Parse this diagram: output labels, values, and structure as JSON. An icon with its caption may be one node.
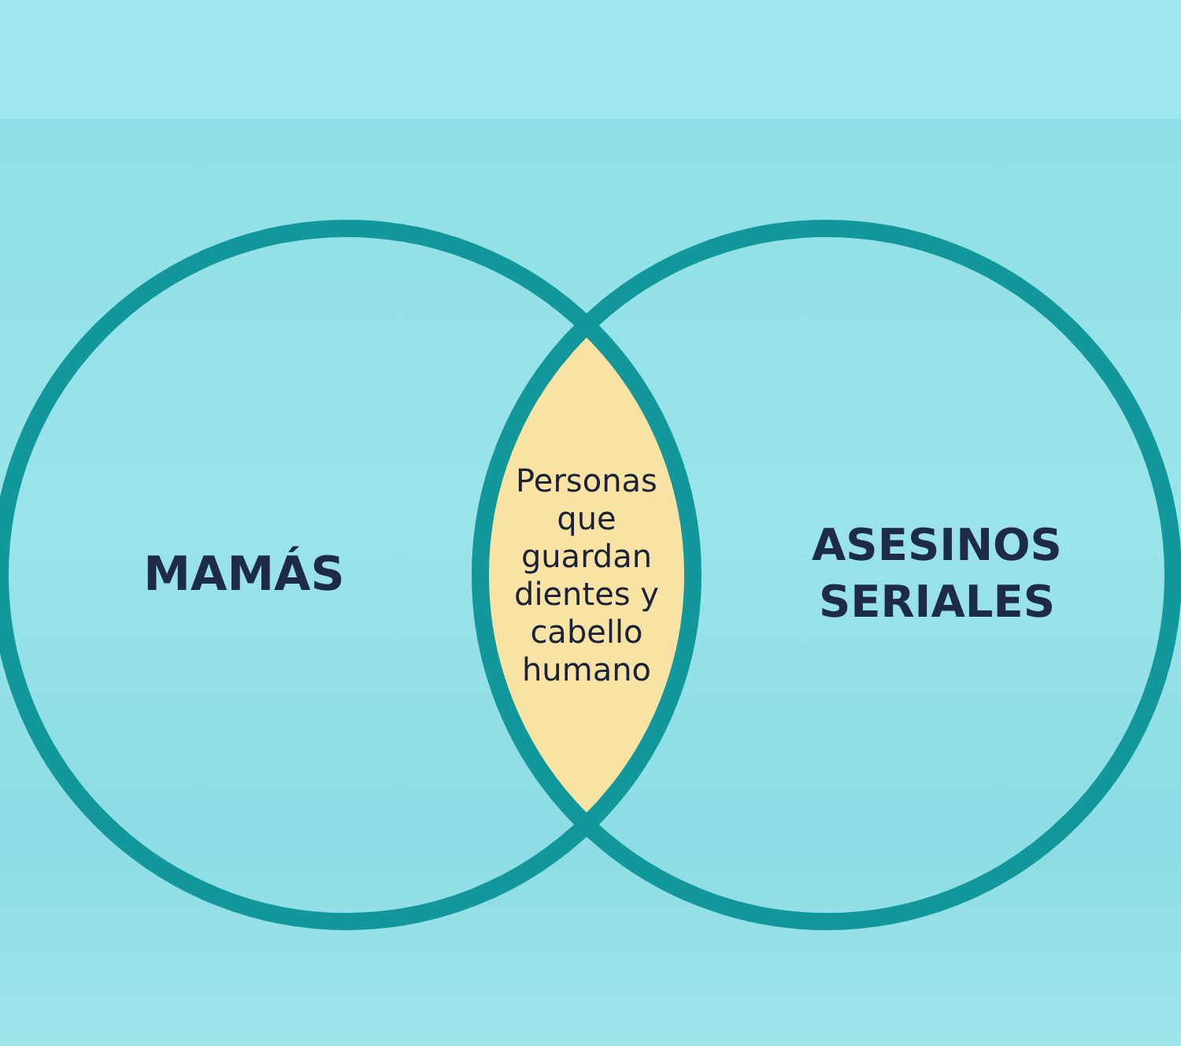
{
  "diagram": {
    "nodes": [
      {
        "text": [
          "MAMÁS"
        ]
      },
      {
        "text": [
          "Personas que guardan dientes y cabello humano"
        ]
      },
      {
        "text": [
          "ASESINOS SERIALES"
        ]
      }
    ]
  }
}
